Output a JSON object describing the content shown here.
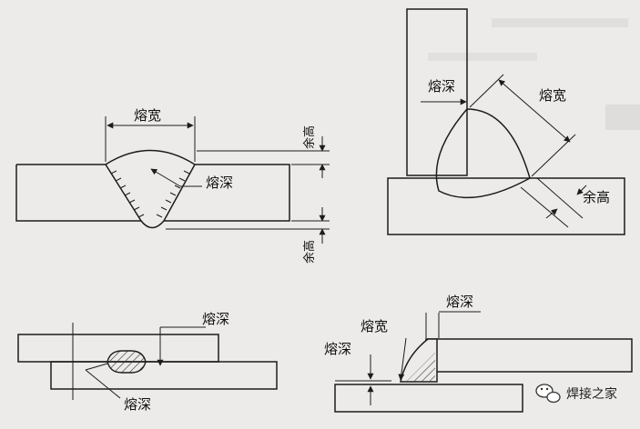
{
  "labels": {
    "width": "熔宽",
    "penetration": "熔深",
    "reinforcement": "余高"
  },
  "watermark": {
    "text": "焊接之家",
    "icon": "wechat-icon"
  },
  "colors": {
    "background": "#ecebe9",
    "ink": "#1c1c1c",
    "weld_fill": "#777777"
  }
}
